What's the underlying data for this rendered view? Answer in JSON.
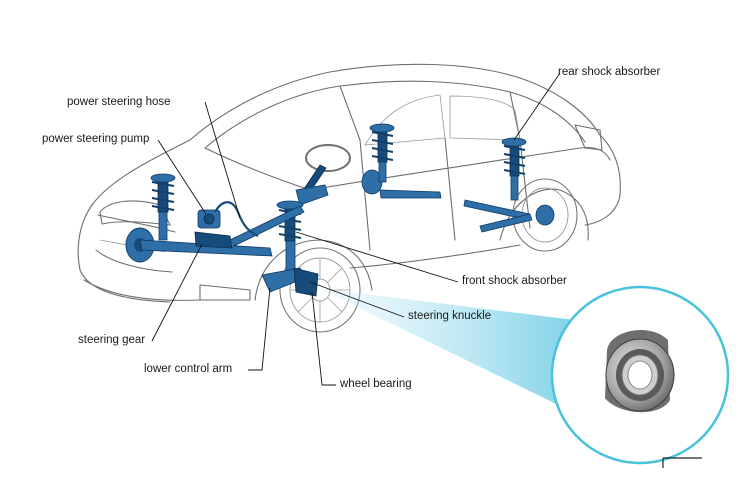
{
  "labels": {
    "power_steering_hose": "power steering hose",
    "power_steering_pump": "power steering pump",
    "rear_shock_absorber": "rear shock absorber",
    "front_shock_absorber": "front shock absorber",
    "steering_knuckle": "steering knuckle",
    "steering_gear": "steering gear",
    "lower_control_arm": "lower control arm",
    "wheel_bearing": "wheel bearing"
  },
  "colors": {
    "part_blue": "#2f6fa8",
    "part_dark": "#174b7a",
    "beam_cyan": "#7fd3ea",
    "callout_ring": "#49c2de",
    "outline_gray": "#6e6e6e"
  }
}
